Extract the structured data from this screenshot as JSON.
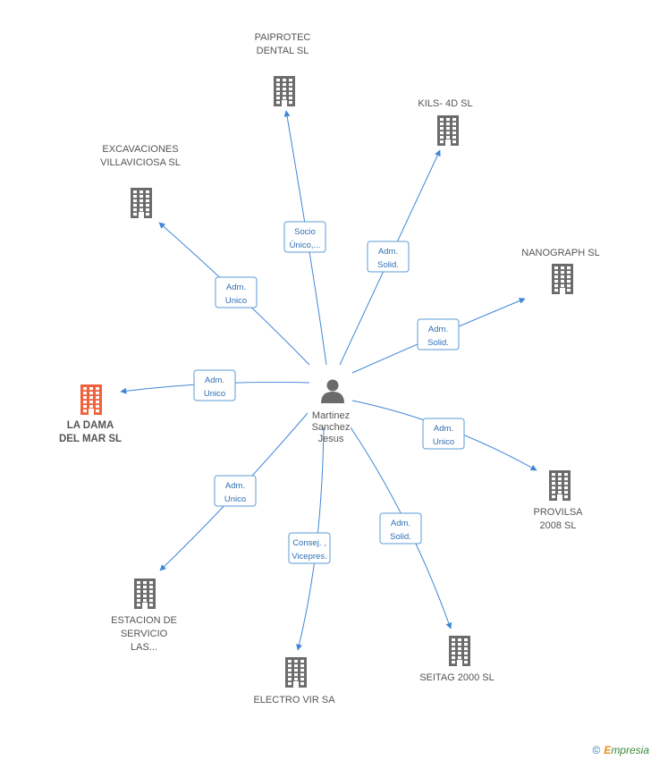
{
  "colors": {
    "edge": "#3f86d8",
    "edge_box": "#5b9bd5",
    "edge_text": "#2f6fb3",
    "building": "#6b6b6b",
    "highlight": "#f0623c",
    "person": "#6b6b6b"
  },
  "center": {
    "lines": [
      "Martinez",
      "Sanchez",
      "Jesus"
    ],
    "icon": "person-icon"
  },
  "nodes": [
    {
      "id": "paiprotec",
      "lines": [
        "PAIPROTEC",
        "DENTAL  SL"
      ],
      "icon": "building-icon",
      "highlight": false
    },
    {
      "id": "kils",
      "lines": [
        "KILS- 4D SL"
      ],
      "icon": "building-icon",
      "highlight": false
    },
    {
      "id": "excavaciones",
      "lines": [
        "EXCAVACIONES",
        "VILLAVICIOSA SL"
      ],
      "icon": "building-icon",
      "highlight": false
    },
    {
      "id": "nanograph",
      "lines": [
        "NANOGRAPH SL"
      ],
      "icon": "building-icon",
      "highlight": false
    },
    {
      "id": "ladama",
      "lines": [
        "LA DAMA",
        "DEL MAR SL"
      ],
      "icon": "building-icon",
      "highlight": true
    },
    {
      "id": "provilsa",
      "lines": [
        "PROVILSA",
        "2008 SL"
      ],
      "icon": "building-icon",
      "highlight": false
    },
    {
      "id": "estacion",
      "lines": [
        "ESTACION DE",
        "SERVICIO",
        "LAS..."
      ],
      "icon": "building-icon",
      "highlight": false
    },
    {
      "id": "electrovir",
      "lines": [
        "ELECTRO VIR SA"
      ],
      "icon": "building-icon",
      "highlight": false
    },
    {
      "id": "seitag",
      "lines": [
        "SEITAG 2000  SL"
      ],
      "icon": "building-icon",
      "highlight": false
    }
  ],
  "edges": [
    {
      "target": "paiprotec",
      "label": [
        "Socio",
        "Único,..."
      ]
    },
    {
      "target": "kils",
      "label": [
        "Adm.",
        "Solid."
      ]
    },
    {
      "target": "excavaciones",
      "label": [
        "Adm.",
        "Unico"
      ]
    },
    {
      "target": "nanograph",
      "label": [
        "Adm.",
        "Solid."
      ]
    },
    {
      "target": "ladama",
      "label": [
        "Adm.",
        "Unico"
      ]
    },
    {
      "target": "provilsa",
      "label": [
        "Adm.",
        "Unico"
      ]
    },
    {
      "target": "estacion",
      "label": [
        "Adm.",
        "Unico"
      ]
    },
    {
      "target": "electrovir",
      "label": [
        "Consej. ,",
        "Vicepres."
      ]
    },
    {
      "target": "seitag",
      "label": [
        "Adm.",
        "Solid."
      ]
    }
  ],
  "footer": {
    "copyright": "©",
    "brand_initial": "E",
    "brand_rest": "mpresia"
  }
}
